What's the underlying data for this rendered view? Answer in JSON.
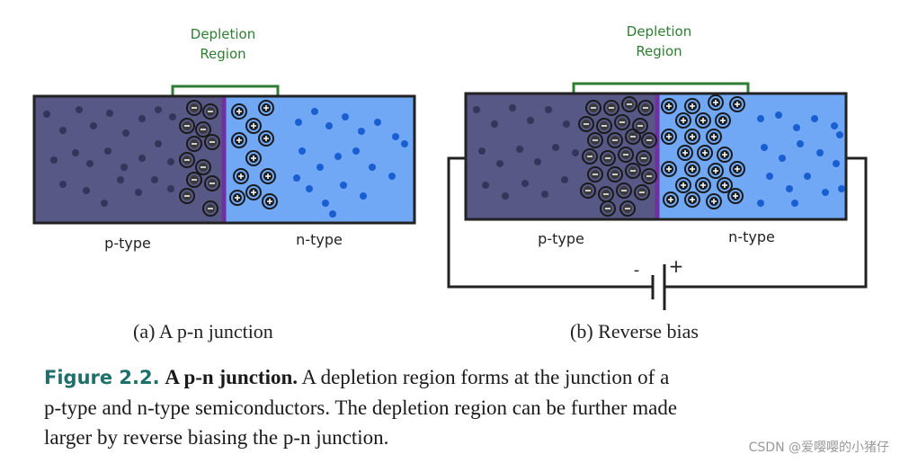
{
  "panel_a": {
    "depletion_label": [
      "Depletion",
      "Region"
    ],
    "p_label": "p-type",
    "n_label": "n-type",
    "caption": "(a) A p-n junction"
  },
  "panel_b": {
    "depletion_label": [
      "Depletion",
      "Region"
    ],
    "p_label": "p-type",
    "n_label": "n-type",
    "minus_sign": "-",
    "plus_sign": "+",
    "caption": "(b) Reverse bias"
  },
  "figure": {
    "label": "Figure 2.2.",
    "title": "A p-n junction.",
    "text_lines": [
      "A depletion region forms at the junction of a",
      "p-type and n-type semiconductors. The depletion region can be further made",
      "larger by reverse biasing the p-n junction."
    ]
  },
  "watermark": "CSDN @爱嘤嘤的小猪仔",
  "colors": {
    "p_region": "#575886",
    "n_region": "#70a8f6",
    "junction": "#7030a0",
    "bracket": "#2e7d32",
    "caption_label": "#1f6f6a"
  }
}
